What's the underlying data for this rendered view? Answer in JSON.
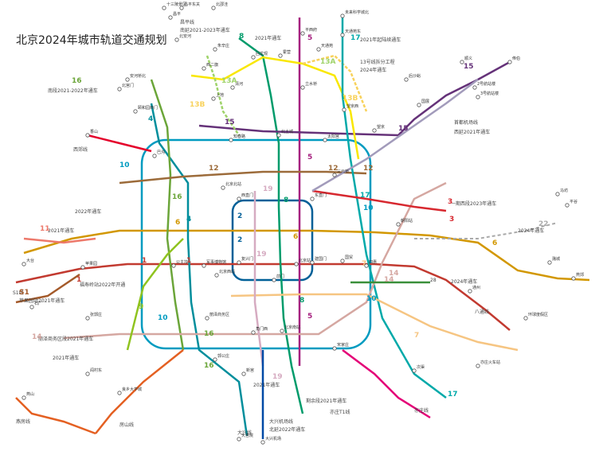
{
  "title": "北京2024年城市轨道交通规划",
  "lines": [
    {
      "id": "1",
      "color": "#c23a30"
    },
    {
      "id": "2",
      "color": "#006098"
    },
    {
      "id": "3",
      "color": "#d7282f"
    },
    {
      "id": "4",
      "color": "#008e9c"
    },
    {
      "id": "5",
      "color": "#a6217f"
    },
    {
      "id": "6",
      "color": "#d29700"
    },
    {
      "id": "7",
      "color": "#f6c582"
    },
    {
      "id": "8",
      "color": "#009b6b"
    },
    {
      "id": "9",
      "color": "#8fc31f"
    },
    {
      "id": "10",
      "color": "#009bc0"
    },
    {
      "id": "11",
      "color": "#ed796b"
    },
    {
      "id": "12",
      "color": "#9c6b3a"
    },
    {
      "id": "13",
      "color": "#f9e700"
    },
    {
      "id": "13A",
      "color": "#9fd36a"
    },
    {
      "id": "13B",
      "color": "#f8d25c"
    },
    {
      "id": "14",
      "color": "#d5a7a1"
    },
    {
      "id": "15",
      "color": "#653279"
    },
    {
      "id": "16",
      "color": "#6ba539"
    },
    {
      "id": "17",
      "color": "#00a9a9"
    },
    {
      "id": "19",
      "color": "#d6abc1"
    },
    {
      "id": "22",
      "color": "#aaaaaa"
    },
    {
      "id": "28",
      "color": "#3a8f3a"
    },
    {
      "id": "S1",
      "color": "#a45a2a"
    },
    {
      "id": "西郊线",
      "color": "#e4002b"
    },
    {
      "id": "亦庄线",
      "color": "#e40077"
    },
    {
      "id": "燕房线",
      "color": "#e46022"
    },
    {
      "id": "房山线",
      "color": "#e46022"
    },
    {
      "id": "首都机场线",
      "color": "#a29bbb"
    },
    {
      "id": "大兴机场线",
      "color": "#0049a5"
    }
  ],
  "annotations": [
    {
      "id": "a1",
      "text": "昌平线"
    },
    {
      "id": "a2",
      "text": "南延2021-2023年通车"
    },
    {
      "id": "a3",
      "text": "2021年通车"
    },
    {
      "id": "a4",
      "text": "2021年起陆续通车"
    },
    {
      "id": "a5",
      "text": "13号线拆分工程"
    },
    {
      "id": "a6",
      "text": "2024年通车"
    },
    {
      "id": "a7",
      "text": "南段2021-2022年通车"
    },
    {
      "id": "a8",
      "text": "西郊线"
    },
    {
      "id": "a9",
      "text": "首都机场线"
    },
    {
      "id": "a10",
      "text": "西延2021年通车"
    },
    {
      "id": "a11",
      "text": "2022年通车"
    },
    {
      "id": "a12",
      "text": "2021年通车"
    },
    {
      "id": "a13",
      "text": "一期西段2023年通车"
    },
    {
      "id": "a14",
      "text": "2024年通车"
    },
    {
      "id": "a15",
      "text": "S1线"
    },
    {
      "id": "a16",
      "text": "苹果园站2021年通车"
    },
    {
      "id": "a17",
      "text": "福寿岭站2022年开通"
    },
    {
      "id": "a18",
      "text": "28"
    },
    {
      "id": "a19",
      "text": "2024年通车"
    },
    {
      "id": "a20",
      "text": "八通线"
    },
    {
      "id": "a21",
      "text": "丽泽商务区段2021年通车"
    },
    {
      "id": "a22",
      "text": "2021年通车"
    },
    {
      "id": "a23",
      "text": "2021年通车"
    },
    {
      "id": "a24",
      "text": "剩余段2021年通车"
    },
    {
      "id": "a25",
      "text": "亦庄线"
    },
    {
      "id": "a26",
      "text": "大兴机场线"
    },
    {
      "id": "a27",
      "text": "北延2022年通车"
    },
    {
      "id": "a28",
      "text": "亦庄T1线"
    },
    {
      "id": "a29",
      "text": "燕房线"
    },
    {
      "id": "a30",
      "text": "房山线"
    },
    {
      "id": "a31",
      "text": "大兴线"
    }
  ],
  "line_badges": [
    {
      "id": "b1",
      "text": "16"
    },
    {
      "id": "b2",
      "text": "8"
    },
    {
      "id": "b3",
      "text": "5"
    },
    {
      "id": "b4",
      "text": "17"
    },
    {
      "id": "b5",
      "text": "13A"
    },
    {
      "id": "b6",
      "text": "13B"
    },
    {
      "id": "b7",
      "text": "13A"
    },
    {
      "id": "b8",
      "text": "13B"
    },
    {
      "id": "b9",
      "text": "15"
    },
    {
      "id": "b10",
      "text": "15"
    },
    {
      "id": "b11",
      "text": "15"
    },
    {
      "id": "b12",
      "text": "4"
    },
    {
      "id": "b13",
      "text": "10"
    },
    {
      "id": "b14",
      "text": "12"
    },
    {
      "id": "b15",
      "text": "12"
    },
    {
      "id": "b16",
      "text": "12"
    },
    {
      "id": "b17",
      "text": "16"
    },
    {
      "id": "b18",
      "text": "19"
    },
    {
      "id": "b19",
      "text": "2"
    },
    {
      "id": "b20",
      "text": "5"
    },
    {
      "id": "b21",
      "text": "8"
    },
    {
      "id": "b22",
      "text": "17"
    },
    {
      "id": "b23",
      "text": "10"
    },
    {
      "id": "b24",
      "text": "3"
    },
    {
      "id": "b25",
      "text": "11"
    },
    {
      "id": "b26",
      "text": "6"
    },
    {
      "id": "b27",
      "text": "6"
    },
    {
      "id": "b28",
      "text": "6"
    },
    {
      "id": "b29",
      "text": "2"
    },
    {
      "id": "b30",
      "text": "1"
    },
    {
      "id": "b31",
      "text": "1"
    },
    {
      "id": "b32",
      "text": "1"
    },
    {
      "id": "b33",
      "text": "14"
    },
    {
      "id": "b34",
      "text": "7"
    },
    {
      "id": "b35",
      "text": "9"
    },
    {
      "id": "b36",
      "text": "10"
    },
    {
      "id": "b37",
      "text": "10"
    },
    {
      "id": "b38",
      "text": "14"
    },
    {
      "id": "b39",
      "text": "16"
    },
    {
      "id": "b40",
      "text": "16"
    },
    {
      "id": "b41",
      "text": "19"
    },
    {
      "id": "b42",
      "text": "8"
    },
    {
      "id": "b43",
      "text": "5"
    },
    {
      "id": "b44",
      "text": "17"
    },
    {
      "id": "b45",
      "text": "4"
    },
    {
      "id": "b46",
      "text": "19"
    },
    {
      "id": "b47",
      "text": "S1"
    },
    {
      "id": "b48",
      "text": "22"
    },
    {
      "id": "b49",
      "text": "3"
    },
    {
      "id": "b50",
      "text": "14"
    },
    {
      "id": "b51",
      "text": "7"
    }
  ],
  "stations": [
    {
      "id": "s1",
      "text": "十三陵景区"
    },
    {
      "id": "s2",
      "text": "昌平东关"
    },
    {
      "id": "s3",
      "text": "北邵洼"
    },
    {
      "id": "s4",
      "text": "昌平"
    },
    {
      "id": "s5",
      "text": "未来科学城北"
    },
    {
      "id": "s6",
      "text": "天通苑东"
    },
    {
      "id": "s7",
      "text": "北安河"
    },
    {
      "id": "s8",
      "text": "朱辛庄"
    },
    {
      "id": "s9",
      "text": "回龙观"
    },
    {
      "id": "s10",
      "text": "霍营"
    },
    {
      "id": "s11",
      "text": "天通苑"
    },
    {
      "id": "s12",
      "text": "平西府"
    },
    {
      "id": "s13",
      "text": "西二旗"
    },
    {
      "id": "s14",
      "text": "清河"
    },
    {
      "id": "s15",
      "text": "上地"
    },
    {
      "id": "s16",
      "text": "立水桥"
    },
    {
      "id": "s17",
      "text": "望京西"
    },
    {
      "id": "s18",
      "text": "顺义"
    },
    {
      "id": "s19",
      "text": "俸伯"
    },
    {
      "id": "s20",
      "text": "2号航站楼"
    },
    {
      "id": "s21",
      "text": "3号航站楼"
    },
    {
      "id": "s22",
      "text": "望京"
    },
    {
      "id": "s23",
      "text": "国展"
    },
    {
      "id": "s24",
      "text": "后沙峪"
    },
    {
      "id": "s25",
      "text": "北宫门"
    },
    {
      "id": "s26",
      "text": "安河桥北"
    },
    {
      "id": "s27",
      "text": "颐和园西门"
    },
    {
      "id": "s28",
      "text": "香山"
    },
    {
      "id": "s29",
      "text": "巴沟"
    },
    {
      "id": "s30",
      "text": "知春路"
    },
    {
      "id": "s31",
      "text": "北土城"
    },
    {
      "id": "s32",
      "text": "太阳宫"
    },
    {
      "id": "s33",
      "text": "三元桥"
    },
    {
      "id": "s34",
      "text": "国贸"
    },
    {
      "id": "s35",
      "text": "西直门"
    },
    {
      "id": "s36",
      "text": "东直门"
    },
    {
      "id": "s37",
      "text": "建国门"
    },
    {
      "id": "s38",
      "text": "复兴门"
    },
    {
      "id": "s39",
      "text": "前门"
    },
    {
      "id": "s40",
      "text": "公主坟"
    },
    {
      "id": "s41",
      "text": "军事博物馆"
    },
    {
      "id": "s42",
      "text": "苹果园"
    },
    {
      "id": "s43",
      "text": "四惠"
    },
    {
      "id": "s44",
      "text": "通州"
    },
    {
      "id": "s45",
      "text": "宋家庄"
    },
    {
      "id": "s46",
      "text": "角门西"
    },
    {
      "id": "s47",
      "text": "郭公庄"
    },
    {
      "id": "s48",
      "text": "新宫"
    },
    {
      "id": "s49",
      "text": "丽泽商务区"
    },
    {
      "id": "s50",
      "text": "大兴机场"
    },
    {
      "id": "s51",
      "text": "天宫院"
    },
    {
      "id": "s52",
      "text": "亦庄火车站"
    },
    {
      "id": "s53",
      "text": "次渠"
    },
    {
      "id": "s54",
      "text": "阎村东"
    },
    {
      "id": "s55",
      "text": "燕山"
    },
    {
      "id": "s56",
      "text": "良乡大学城"
    },
    {
      "id": "s57",
      "text": "张郭庄"
    },
    {
      "id": "s58",
      "text": "大台"
    },
    {
      "id": "s59",
      "text": "石厂"
    },
    {
      "id": "s60",
      "text": "环球度假区"
    },
    {
      "id": "s61",
      "text": "潞城"
    },
    {
      "id": "s62",
      "text": "燕郊"
    },
    {
      "id": "s63",
      "text": "朝阳站"
    },
    {
      "id": "s64",
      "text": "北京南站"
    },
    {
      "id": "s65",
      "text": "北京西站"
    },
    {
      "id": "s66",
      "text": "北京站"
    },
    {
      "id": "s67",
      "text": "北京北站"
    },
    {
      "id": "s68",
      "text": "平谷"
    },
    {
      "id": "s69",
      "text": "马坊"
    }
  ]
}
